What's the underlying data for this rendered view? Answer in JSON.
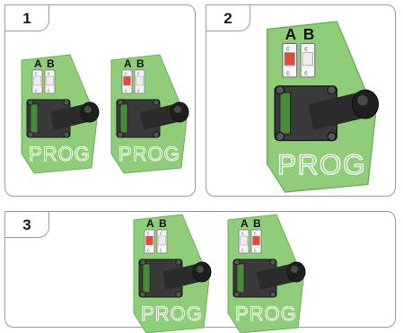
{
  "panels": [
    {
      "number": "1",
      "boards": [
        {
          "switch_a": "off",
          "switch_b": "off",
          "label_a": "A",
          "label_b": "B",
          "silk": "PROG"
        },
        {
          "switch_a": "on",
          "switch_b": "off",
          "label_a": "A",
          "label_b": "B",
          "silk": "PROG"
        }
      ]
    },
    {
      "number": "2",
      "boards": [
        {
          "switch_a": "on",
          "switch_b": "off",
          "label_a": "A",
          "label_b": "B",
          "silk": "PROG"
        }
      ]
    },
    {
      "number": "3",
      "boards": [
        {
          "switch_a": "on",
          "switch_b": "off",
          "label_a": "A",
          "label_b": "B",
          "silk": "PROG"
        },
        {
          "switch_a": "off",
          "switch_b": "on",
          "label_a": "A",
          "label_b": "B",
          "silk": "PROG"
        }
      ]
    }
  ],
  "colors": {
    "pcb": "#8fcd7a",
    "pcb_edge": "#6fae5c",
    "switch_on": "#e24b3b",
    "switch_off": "#ececec",
    "knob": "#2b2b2b",
    "frame": "#9a9a9a"
  }
}
